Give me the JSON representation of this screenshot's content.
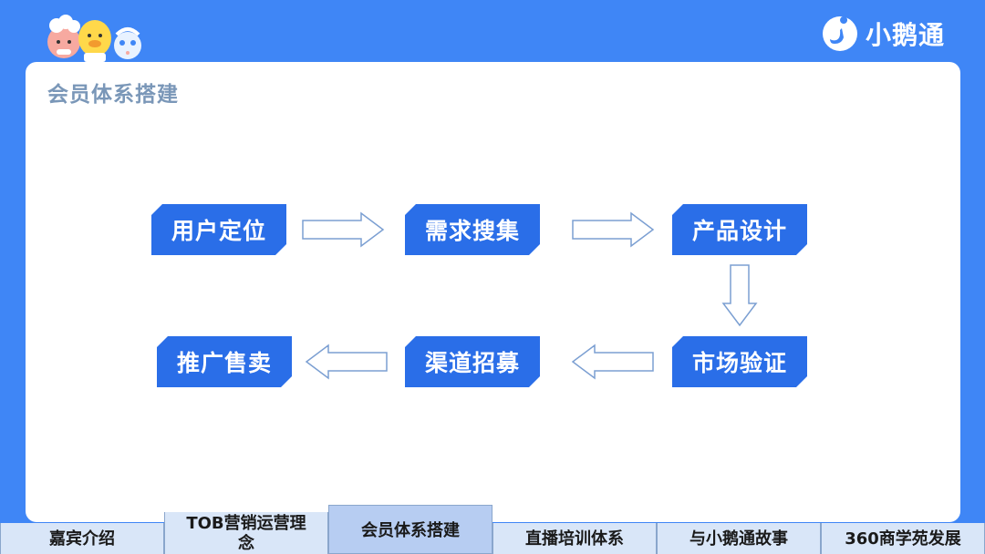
{
  "header": {
    "logo_text": "小鹅通",
    "colors": {
      "background": "#3f86f6",
      "accent": "#2a6ee8"
    }
  },
  "page_title": "会员体系搭建",
  "flow": {
    "nodes": [
      "用户定位",
      "需求搜集",
      "产品设计",
      "市场验证",
      "渠道招募",
      "推广售卖"
    ]
  },
  "tabs": [
    {
      "label": "嘉宾介绍",
      "active": false
    },
    {
      "label": "TOB营销运营理念",
      "active": false
    },
    {
      "label": "会员体系搭建",
      "active": true
    },
    {
      "label": "直播培训体系",
      "active": false
    },
    {
      "label": "与小鹅通故事",
      "active": false
    },
    {
      "label": "360商学苑发展",
      "active": false
    }
  ]
}
